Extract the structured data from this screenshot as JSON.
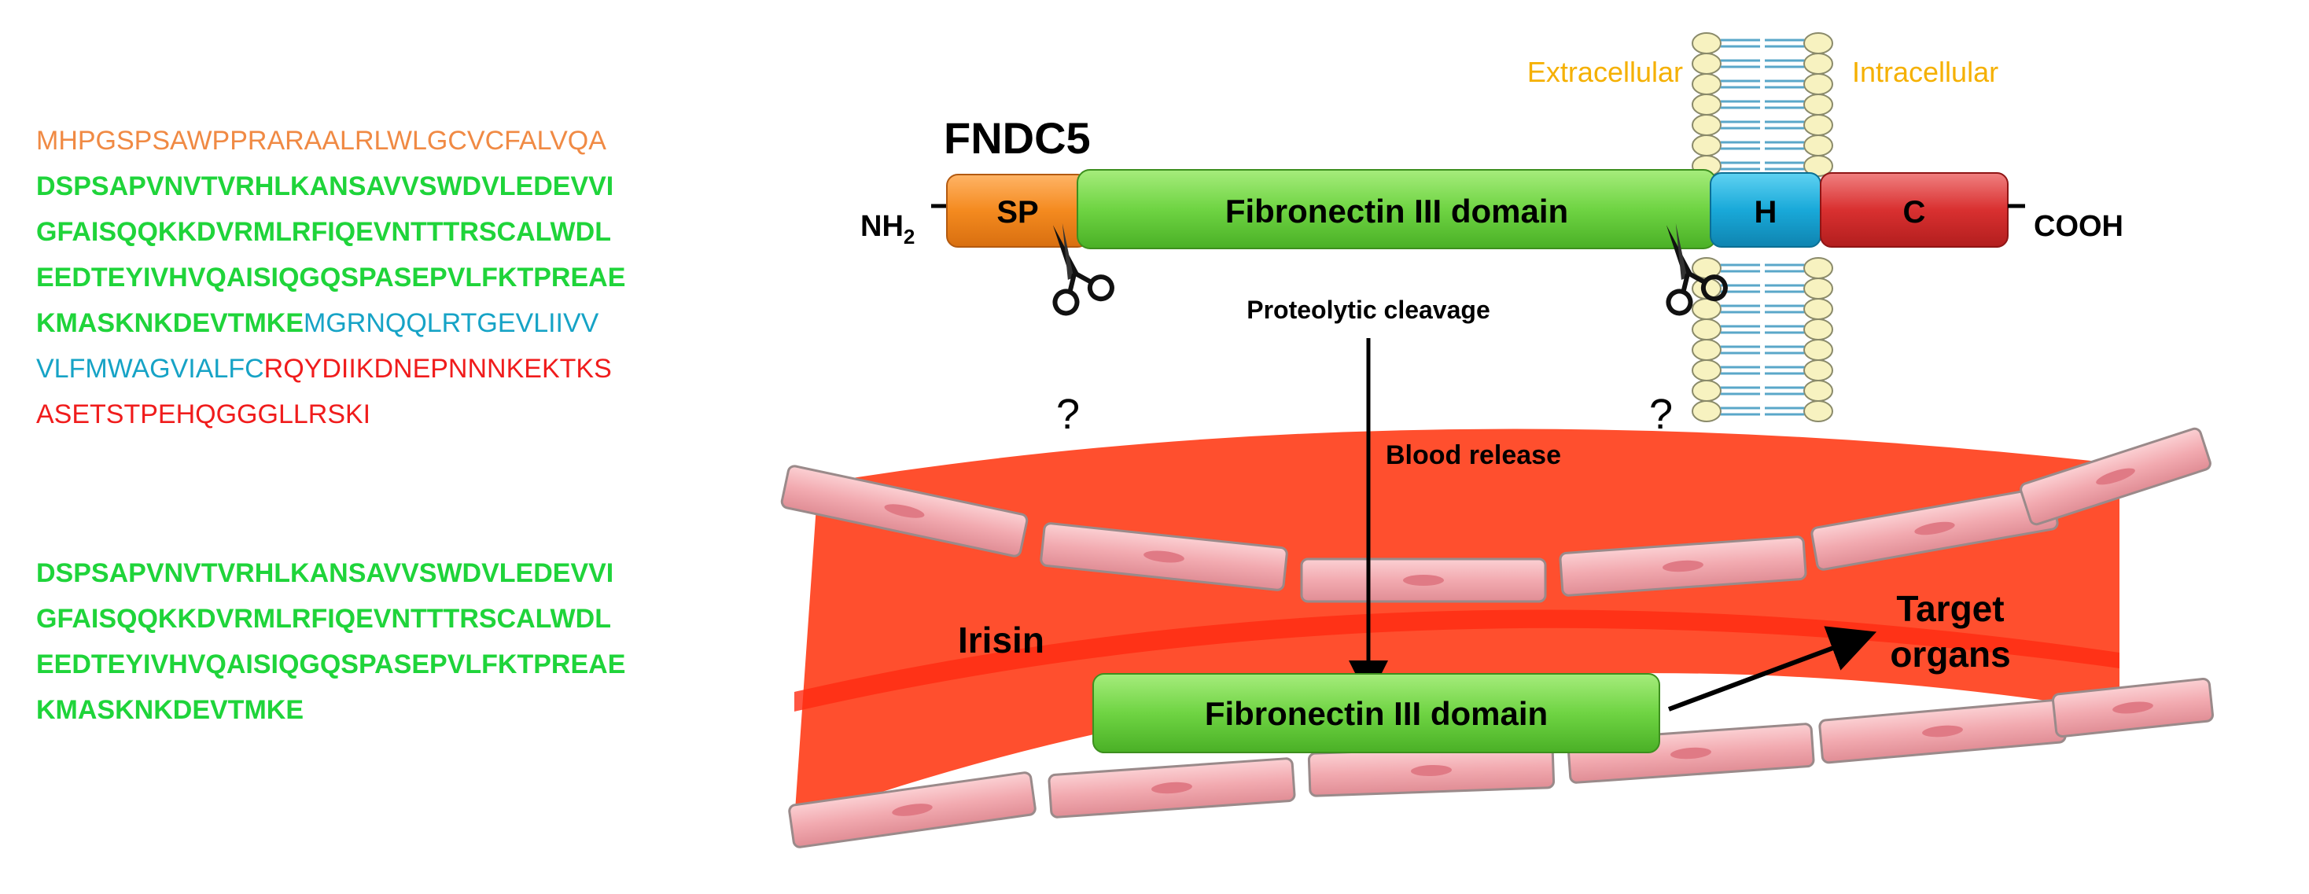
{
  "colors": {
    "signal_peptide": "#f08a44",
    "fndc_domain": "#1fd43a",
    "hydrophobic": "#16a3c6",
    "cterminal": "#f01c1c",
    "membrane_label": "#f5b000",
    "vessel": "#ff4f2e",
    "vessel_dark": "#ff2a12",
    "endothelial": "#f2aab0",
    "sp_box": "#f48a1f",
    "fn_box": "#76d84a",
    "h_box": "#19a9d9",
    "c_box": "#d93030"
  },
  "sequences": {
    "full": [
      {
        "segments": [
          {
            "text": "MHPGSPSAWPPRARAALRLWLGCVCFALVQA",
            "kind": "signal_peptide"
          }
        ]
      },
      {
        "segments": [
          {
            "text": "DSPSAPVNVTVRHLKANSAVVSWDVLEDEVVI",
            "kind": "fndc_domain"
          }
        ]
      },
      {
        "segments": [
          {
            "text": "GFAISQQKKDVRMLRFIQEVNTTTRSCALWDL",
            "kind": "fndc_domain"
          }
        ]
      },
      {
        "segments": [
          {
            "text": "EEDTEYIVHVQAISIQGQSPASEPVLFKTPREAE",
            "kind": "fndc_domain"
          }
        ]
      },
      {
        "segments": [
          {
            "text": "KMASKNKDEVTMKE",
            "kind": "fndc_domain"
          },
          {
            "text": "MGRNQQLRTGEVLIIVV",
            "kind": "hydrophobic"
          }
        ]
      },
      {
        "segments": [
          {
            "text": "VLFMWAGVIALFC",
            "kind": "hydrophobic"
          },
          {
            "text": "RQYDIIKDNEPNNNKEKTKS",
            "kind": "cterminal"
          }
        ]
      },
      {
        "segments": [
          {
            "text": "ASETSTPEHQGGGLLRSKI",
            "kind": "cterminal"
          }
        ]
      }
    ],
    "irisin": [
      "DSPSAPVNVTVRHLKANSAVVSWDVLEDEVVI",
      "GFAISQQKKDVRMLRFIQEVNTTTRSCALWDL",
      "EEDTEYIVHVQAISIQGQSPASEPVLFKTPREAE",
      "KMASKNKDEVTMKE"
    ]
  },
  "protein": {
    "title": "FNDC5",
    "n_terminus": "NH",
    "n_terminus_sub": "2",
    "c_terminus": "COOH",
    "domains": {
      "sp": "SP",
      "fibronectin": "Fibronectin III domain",
      "h": "H",
      "c": "C"
    }
  },
  "membrane": {
    "extracellular": "Extracellular",
    "intracellular": "Intracellular"
  },
  "labels": {
    "cleavage": "Proteolytic cleavage",
    "question_left": "?",
    "question_right": "?",
    "blood_release": "Blood release",
    "irisin": "Irisin",
    "irisin_domain": "Fibronectin III domain",
    "target_line1": "Target",
    "target_line2": "organs"
  }
}
